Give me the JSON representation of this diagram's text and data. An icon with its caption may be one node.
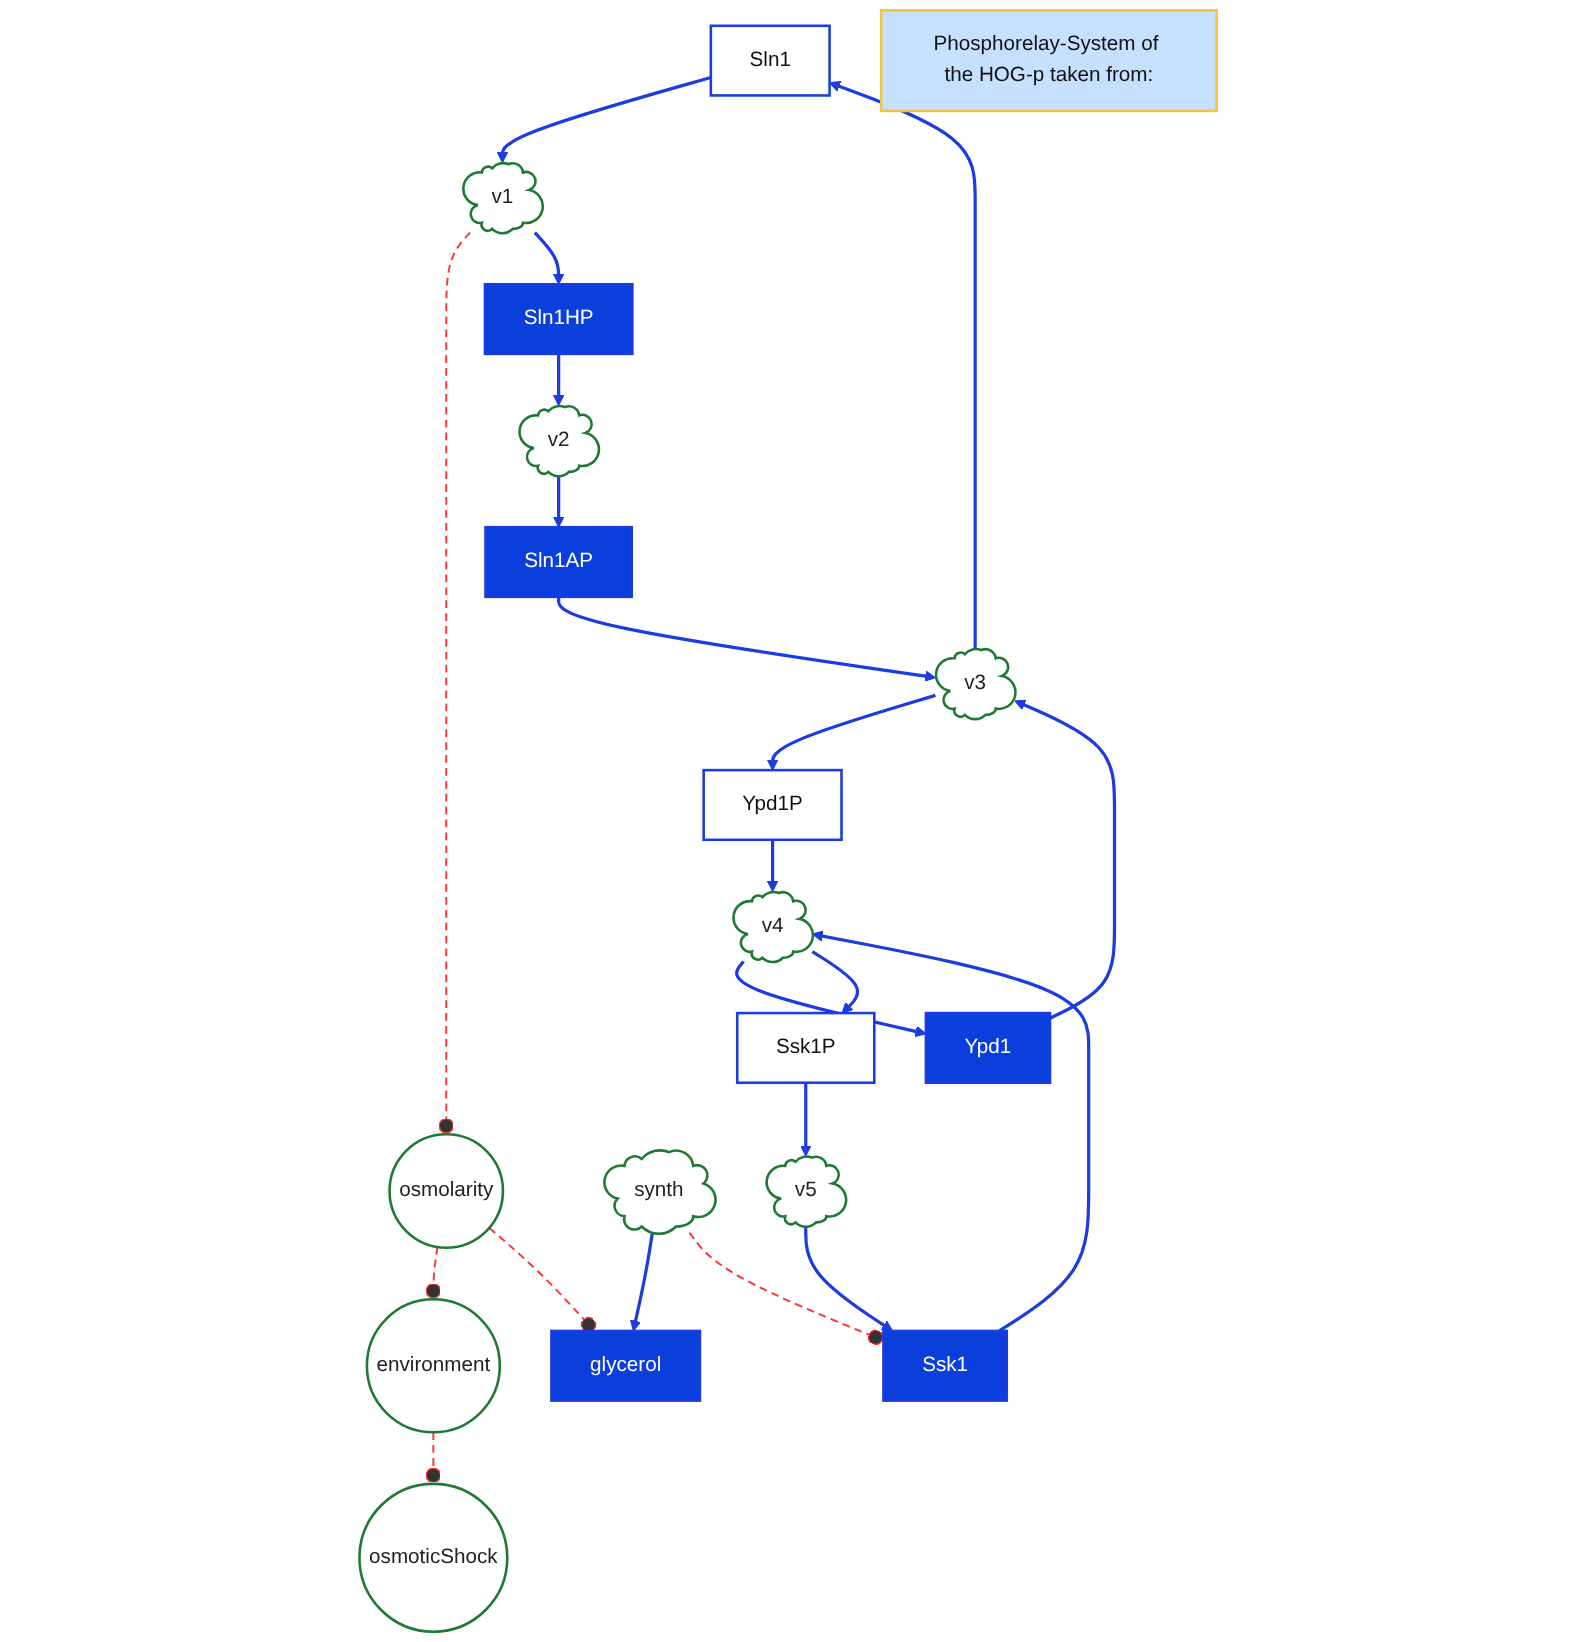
{
  "diagram": {
    "nodes": [
      {
        "text": [
          "osmoticShock"
        ]
      },
      {
        "text": [
          "environment"
        ]
      },
      {
        "text": [
          "osmolarity"
        ]
      },
      {
        "text": [
          "glycerol"
        ]
      },
      {
        "text": [
          "Sln1"
        ]
      },
      {
        "text": [
          "v1"
        ]
      },
      {
        "text": [
          "Sln1HP"
        ]
      },
      {
        "text": [
          "v2"
        ]
      },
      {
        "text": [
          "synth"
        ]
      },
      {
        "text": [
          "Ypd1"
        ]
      },
      {
        "text": [
          "v3"
        ]
      },
      {
        "text": [
          "Sln1AP"
        ]
      },
      {
        "text": [
          "Ssk1"
        ]
      },
      {
        "text": [
          "v4"
        ]
      },
      {
        "text": [
          "Ypd1P"
        ]
      },
      {
        "text": [
          "v5"
        ]
      },
      {
        "text": [
          "Ssk1P"
        ]
      },
      {
        "text": [
          "Phosphorelay-System of the HOG-p taken from:"
        ]
      }
    ],
    "edges": [
      {
        "from": 0,
        "to": 1,
        "arrow": "other",
        "style": "dashed",
        "color": "#ff3333"
      },
      {
        "from": 1,
        "to": 2,
        "arrow": "other",
        "style": "dashed",
        "color": "#ff3333"
      },
      {
        "from": 2,
        "to": 5,
        "arrow": "other",
        "style": "dashed",
        "color": "#ff3333"
      },
      {
        "from": 3,
        "to": 2,
        "arrow": "other",
        "style": "dashed",
        "color": "#ff3333"
      },
      {
        "from": 4,
        "to": 5,
        "arrow": "to"
      },
      {
        "from": 5,
        "to": 6,
        "arrow": "to"
      },
      {
        "from": 6,
        "to": 7,
        "arrow": "to"
      },
      {
        "from": 7,
        "to": 11,
        "arrow": "to"
      },
      {
        "from": 8,
        "to": 3,
        "arrow": "to"
      },
      {
        "from": 12,
        "to": 8,
        "arrow": "other",
        "style": "dashed",
        "color": "#ff3333"
      },
      {
        "from": 11,
        "to": 10,
        "arrow": "to"
      },
      {
        "from": 9,
        "to": 10,
        "arrow": "to"
      },
      {
        "from": 10,
        "to": 4,
        "arrow": "to"
      },
      {
        "from": 10,
        "to": 14,
        "arrow": "to"
      },
      {
        "from": 14,
        "to": 13,
        "arrow": "to"
      },
      {
        "from": 12,
        "to": 13,
        "arrow": "to"
      },
      {
        "from": 13,
        "to": 9,
        "arrow": "to"
      },
      {
        "from": 13,
        "to": 16,
        "arrow": "to"
      },
      {
        "from": 16,
        "to": 15,
        "arrow": "to"
      },
      {
        "from": 15,
        "to": 12,
        "arrow": "to"
      }
    ]
  }
}
